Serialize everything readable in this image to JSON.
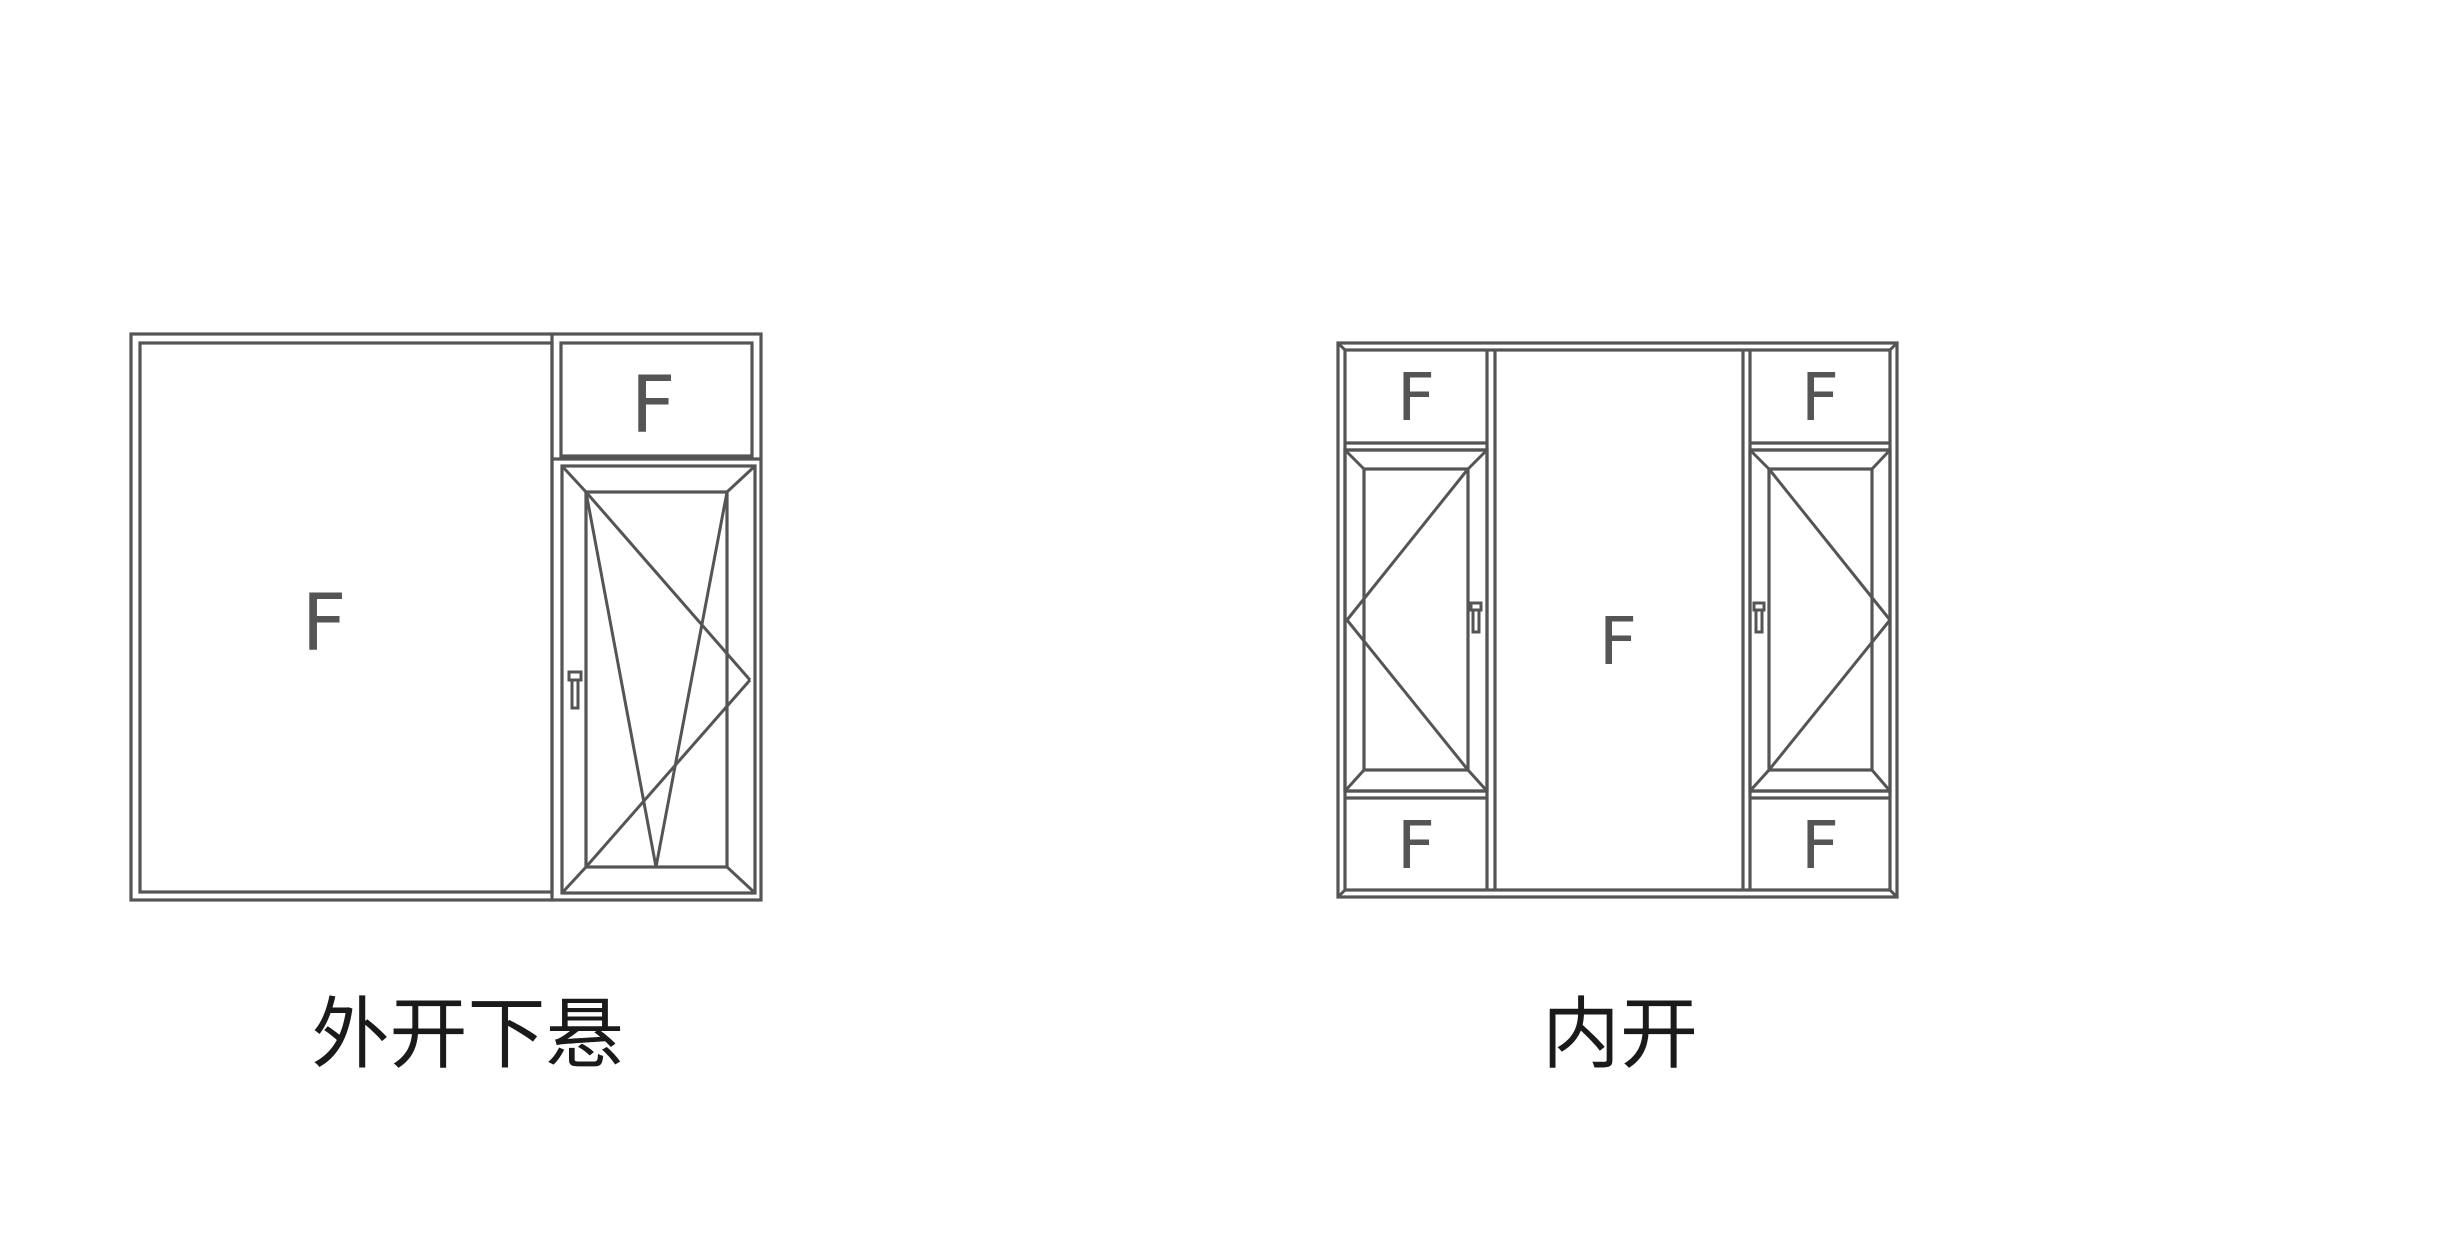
{
  "diagrams": [
    {
      "caption": "外开下悬",
      "panel_labels": [
        "F",
        "F"
      ]
    },
    {
      "caption": "内开",
      "panel_labels": [
        "F",
        "F",
        "F",
        "F",
        "F"
      ]
    }
  ]
}
